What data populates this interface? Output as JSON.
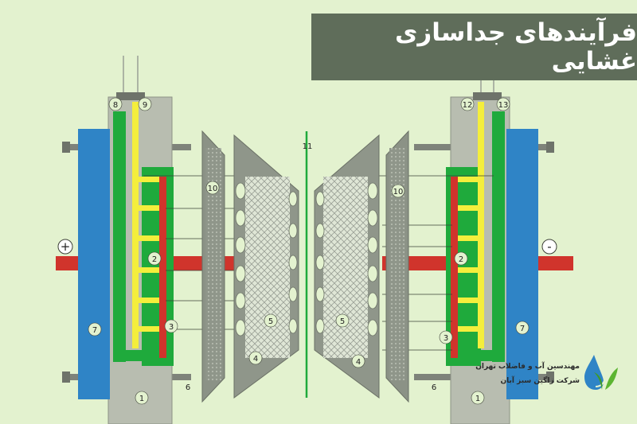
{
  "title": "فرآیندهای جداسازی غشایی",
  "brand": {
    "line1": "مهندسین آب و فاضلاب تهران",
    "line2": "شرکت زاگین سبز آبان"
  },
  "left_unit": {
    "sign": "+",
    "labels": [
      "8",
      "9",
      "10",
      "2",
      "3",
      "7",
      "4",
      "5",
      "1",
      "6"
    ]
  },
  "center_label": "11",
  "right_unit": {
    "sign": "-",
    "labels": [
      "12",
      "13",
      "10",
      "2",
      "3",
      "7",
      "4",
      "5",
      "1",
      "6"
    ]
  },
  "colors": {
    "background": "#e3f2cf",
    "banner": "#5f6d5a",
    "blue_plate": "#2f84c6",
    "green_channel": "#1faa3c",
    "yellow_channel": "#f4ee3c",
    "red_electrode": "#d0342c",
    "frame_gray": "#b8bdb0",
    "membrane_gray": "#7d8479"
  }
}
